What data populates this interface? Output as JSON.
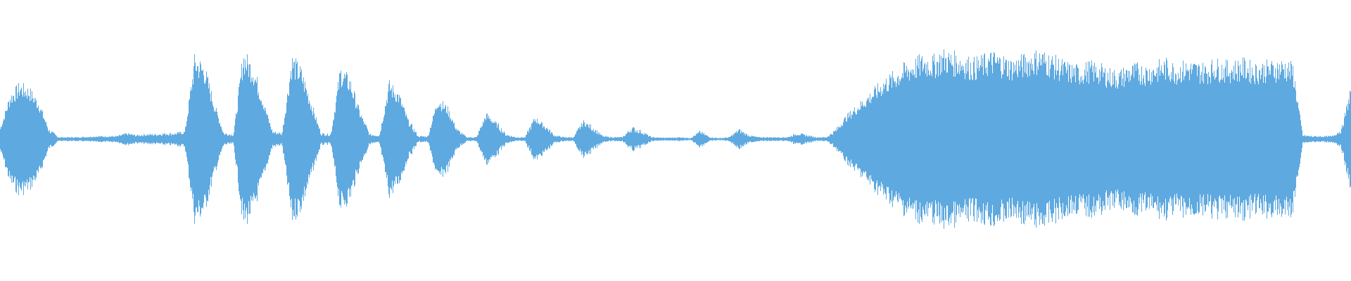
{
  "waveform": {
    "color": "#5ea9e0",
    "background": "#ffffff",
    "mirrored": true,
    "bursts_note": "",
    "envelope": [
      0.12,
      0.48,
      0.6,
      0.55,
      0.4,
      0.1,
      0.02,
      0.02,
      0.02,
      0.025,
      0.03,
      0.03,
      0.03,
      0.06,
      0.04,
      0.05,
      0.05,
      0.06,
      0.06,
      0.08,
      0.9,
      0.8,
      0.4,
      0.06,
      0.05,
      0.95,
      0.8,
      0.45,
      0.08,
      0.06,
      0.9,
      0.75,
      0.4,
      0.06,
      0.05,
      0.78,
      0.65,
      0.3,
      0.05,
      0.04,
      0.62,
      0.5,
      0.2,
      0.03,
      0.03,
      0.45,
      0.35,
      0.1,
      0.02,
      0.02,
      0.28,
      0.18,
      0.05,
      0.02,
      0.02,
      0.24,
      0.15,
      0.04,
      0.02,
      0.02,
      0.2,
      0.12,
      0.03,
      0.02,
      0.02,
      0.12,
      0.08,
      0.02,
      0.015,
      0.015,
      0.02,
      0.01,
      0.08,
      0.02,
      0.01,
      0.02,
      0.1,
      0.04,
      0.02,
      0.02,
      0.02,
      0.02,
      0.06,
      0.04,
      0.02,
      0.02,
      0.1,
      0.25,
      0.35,
      0.45,
      0.55,
      0.65,
      0.72,
      0.8,
      0.85,
      0.9,
      0.88,
      0.95,
      0.92,
      0.9,
      0.85,
      0.88,
      0.93,
      0.9,
      0.85,
      0.88,
      0.92,
      0.95,
      0.9,
      0.85,
      0.8,
      0.78,
      0.82,
      0.8,
      0.75,
      0.72,
      0.78,
      0.8,
      0.78,
      0.82,
      0.85,
      0.8,
      0.83,
      0.82,
      0.8,
      0.85,
      0.82,
      0.83,
      0.85,
      0.8,
      0.82,
      0.83,
      0.85,
      0.8,
      0.04,
      0.03,
      0.03,
      0.03,
      0.1,
      0.6
    ]
  }
}
